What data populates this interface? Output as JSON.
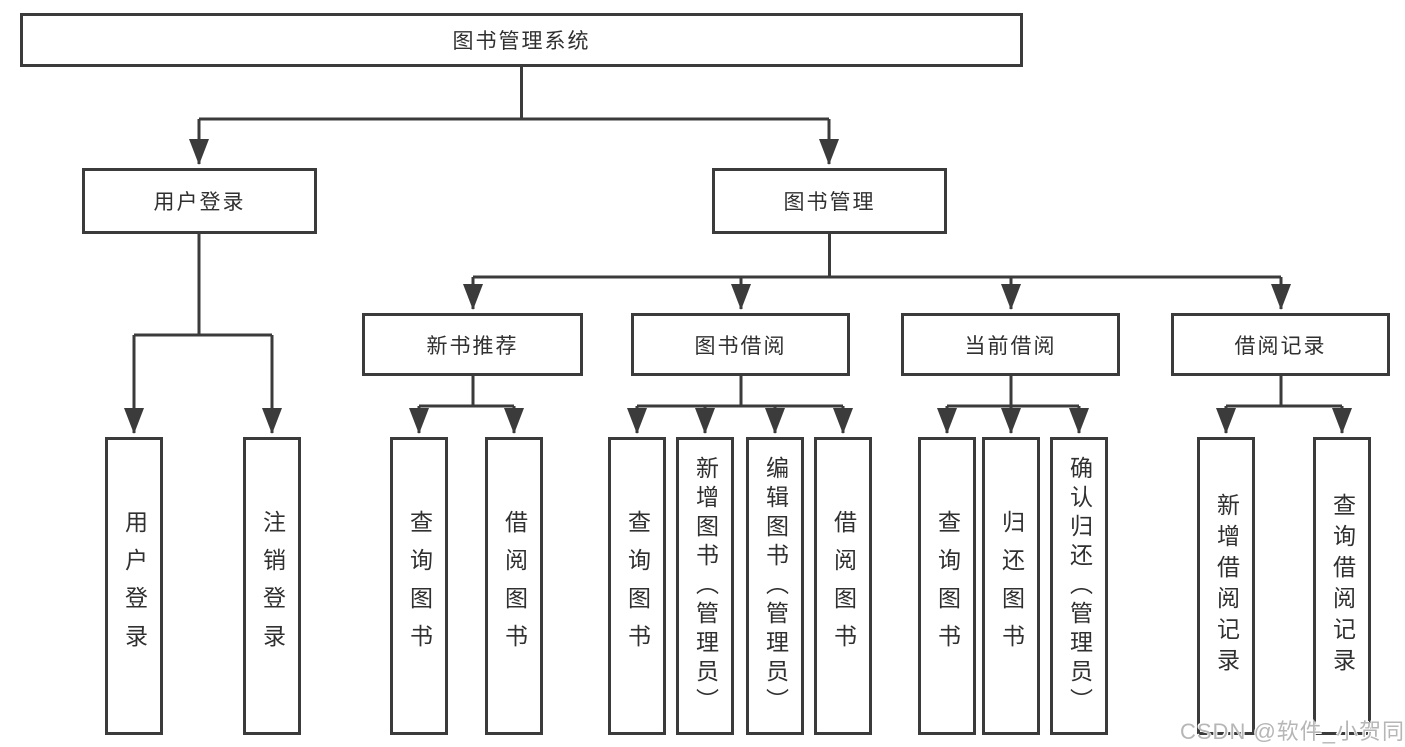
{
  "diagram": {
    "root": {
      "label": "图书管理系统"
    },
    "level2": [
      {
        "label": "用户登录"
      },
      {
        "label": "图书管理"
      }
    ],
    "level3": [
      {
        "label": "新书推荐"
      },
      {
        "label": "图书借阅"
      },
      {
        "label": "当前借阅"
      },
      {
        "label": "借阅记录"
      }
    ],
    "leaves": {
      "user_login": [
        {
          "label": "用户登录"
        },
        {
          "label": "注销登录"
        }
      ],
      "new_books": [
        {
          "label": "查询图书"
        },
        {
          "label": "借阅图书"
        }
      ],
      "book_borrow": [
        {
          "label": "查询图书"
        },
        {
          "label": "新增图书（管理员）"
        },
        {
          "label": "编辑图书（管理员）"
        },
        {
          "label": "借阅图书"
        }
      ],
      "current_borrow": [
        {
          "label": "查询图书"
        },
        {
          "label": "归还图书"
        },
        {
          "label": "确认归还（管理员）"
        }
      ],
      "borrow_records": [
        {
          "label": "新增借阅记录"
        },
        {
          "label": "查询借阅记录"
        }
      ]
    }
  },
  "watermark": {
    "text": "CSDN @软件_小贺同学"
  },
  "colors": {
    "line": "#3b3b3b",
    "border": "#3b3b3b",
    "text": "#303030",
    "watermark": "#b6b6b6",
    "background": "#ffffff"
  }
}
